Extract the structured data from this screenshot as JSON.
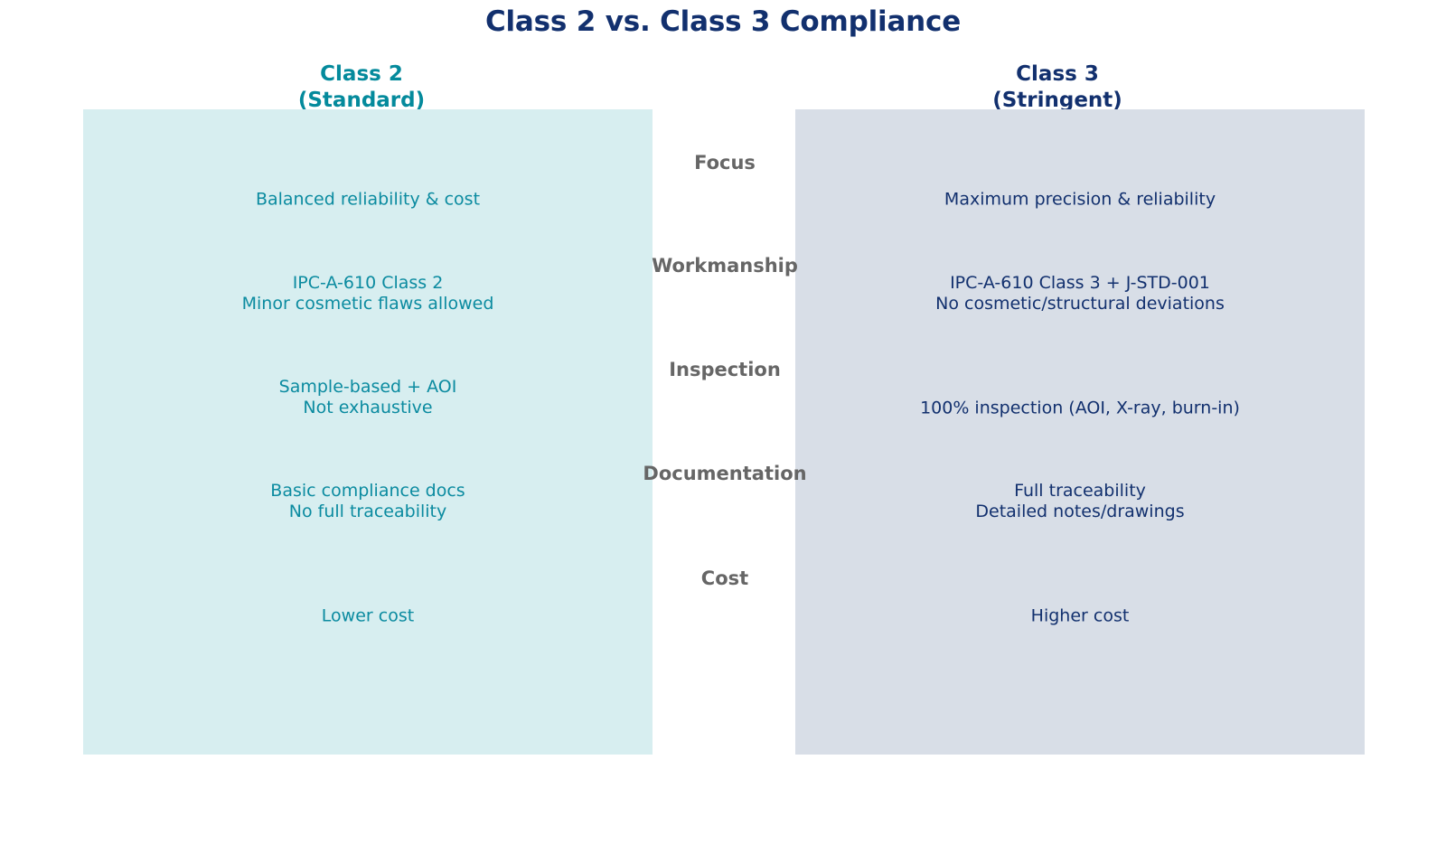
{
  "title": "Class 2 vs. Class 3 Compliance",
  "columns": {
    "left": {
      "name": "Class 2",
      "qualifier": "(Standard)",
      "header": "Class 2\n(Standard)",
      "accent_color": "#048a9c",
      "panel_color": "#d7eef0",
      "text_color": "#0b8ba0"
    },
    "right": {
      "name": "Class 3",
      "qualifier": "(Stringent)",
      "header": "Class 3\n(Stringent)",
      "accent_color": "#12306e",
      "panel_color": "#d8dee7",
      "text_color": "#12306e"
    }
  },
  "title_color": "#12306e",
  "category_color": "#666666",
  "categories": [
    {
      "label": "Focus"
    },
    {
      "label": "Workmanship"
    },
    {
      "label": "Inspection"
    },
    {
      "label": "Documentation"
    },
    {
      "label": "Cost"
    }
  ],
  "rows": [
    {
      "category": "Focus",
      "left": "Balanced reliability & cost",
      "right": "Maximum precision & reliability"
    },
    {
      "category": "Workmanship",
      "left": "IPC-A-610 Class 2\nMinor cosmetic flaws allowed",
      "right": "IPC-A-610 Class 3 + J-STD-001\nNo cosmetic/structural deviations"
    },
    {
      "category": "Inspection",
      "left": "Sample-based + AOI\nNot exhaustive",
      "right": "100% inspection (AOI, X-ray, burn-in)"
    },
    {
      "category": "Documentation",
      "left": "Basic compliance docs\nNo full traceability",
      "right": "Full traceability\nDetailed notes/drawings"
    },
    {
      "category": "Cost",
      "left": "Lower cost",
      "right": "Higher cost"
    }
  ],
  "chart_data": {
    "type": "table",
    "title": "Class 2 vs. Class 3 Compliance",
    "columns": [
      "Category",
      "Class 2 (Standard)",
      "Class 3 (Stringent)"
    ],
    "rows": [
      [
        "Focus",
        "Balanced reliability & cost",
        "Maximum precision & reliability"
      ],
      [
        "Workmanship",
        "IPC-A-610 Class 2 / Minor cosmetic flaws allowed",
        "IPC-A-610 Class 3 + J-STD-001 / No cosmetic/structural deviations"
      ],
      [
        "Inspection",
        "Sample-based + AOI / Not exhaustive",
        "100% inspection (AOI, X-ray, burn-in)"
      ],
      [
        "Documentation",
        "Basic compliance docs / No full traceability",
        "Full traceability / Detailed notes/drawings"
      ],
      [
        "Cost",
        "Lower cost",
        "Higher cost"
      ]
    ],
    "legend": [],
    "xlabel": "",
    "ylabel": ""
  }
}
